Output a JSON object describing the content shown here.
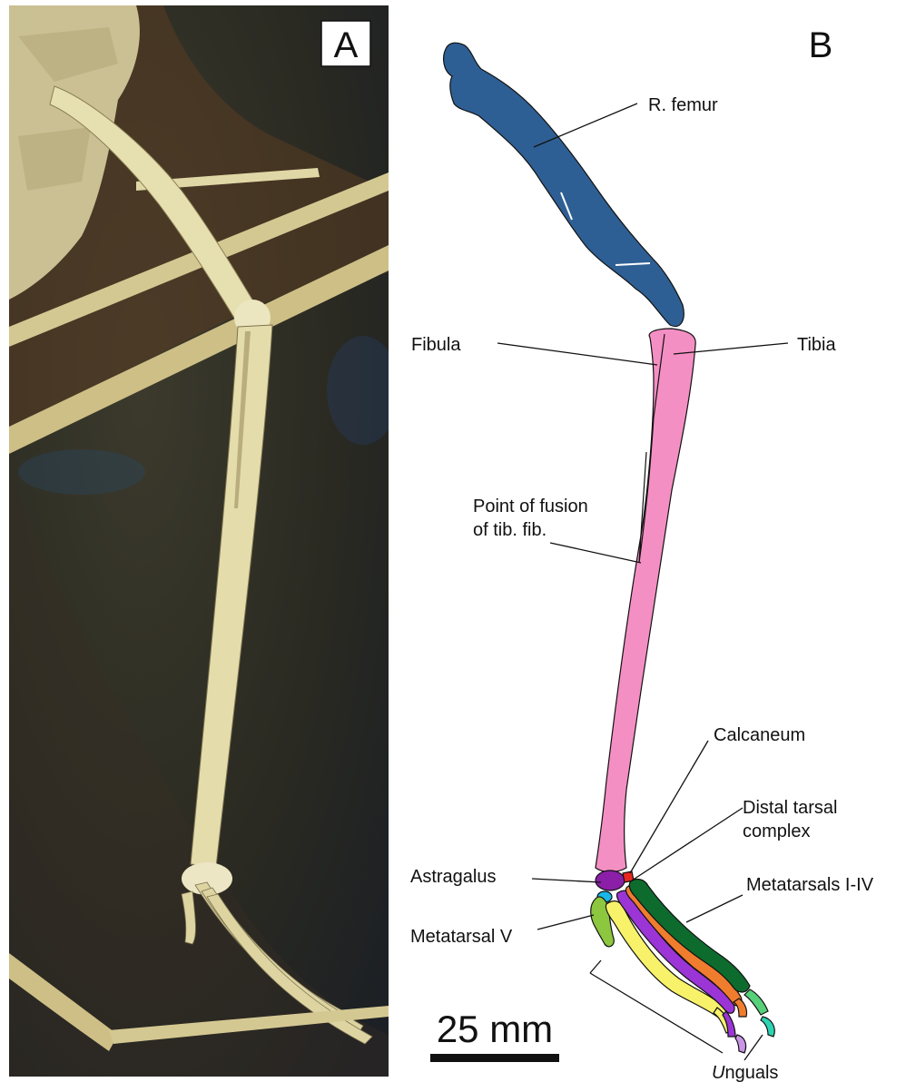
{
  "panels": {
    "a": {
      "letter": "A"
    },
    "b": {
      "letter": "B"
    }
  },
  "labels": {
    "femur": "R. femur",
    "fibula": "Fibula",
    "tibia": "Tibia",
    "fusion_line1": "Point of fusion",
    "fusion_line2": "of tib. fib.",
    "calcaneum": "Calcaneum",
    "distal_line1": "Distal tarsal",
    "distal_line2": "complex",
    "astragalus": "Astragalus",
    "metatarsals": "Metatarsals I-IV",
    "metatarsal_v": "Metatarsal V",
    "unguals_initial": "U",
    "unguals_rest": "nguals"
  },
  "scale_bar": {
    "label": "25 mm"
  },
  "colors": {
    "femur": "#2e5f94",
    "tibiotarsus": "#f48fc4",
    "astragalus": "#8b1fa8",
    "calcaneum": "#e8281f",
    "distal_tarsal": "#19b7e8",
    "metatarsal_v": "#8dc63f",
    "mt_yellow": "#f7f26a",
    "mt_purple": "#9b35d6",
    "mt_orange": "#f07c2e",
    "mt_green": "#0e6b2e",
    "ungual_light_green": "#57d07a",
    "ungual_teal": "#2dd4b4",
    "ungual_lavender": "#c995e6",
    "photo_background": "#2b2a22",
    "fossil_bone": "#e3dcaa"
  }
}
